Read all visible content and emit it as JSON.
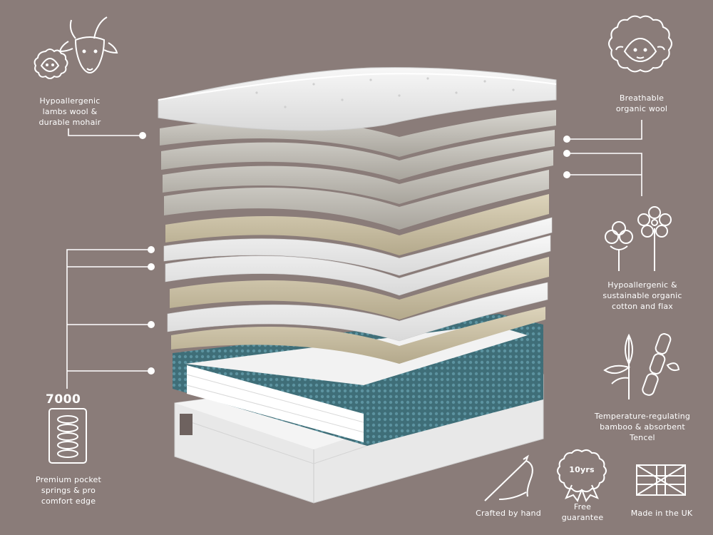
{
  "features": {
    "top_left": "Hypoallergenic\nlambs wool &\ndurable mohair",
    "top_right": "Breathable\norganic wool",
    "mid_right": "Hypoallergenic &\nsustainable organic\ncotton and flax",
    "lower_right": "Temperature-regulating\nbamboo & absorbent\nTencel",
    "springs_count": "7000",
    "springs": "Premium pocket\nsprings & pro\ncomfort edge"
  },
  "badges": {
    "crafted": "Crafted by hand",
    "guarantee_years": "10yrs",
    "guarantee": "Free\nguarantee",
    "made_in": "Made in the UK"
  },
  "colors": {
    "background": "#8a7c79",
    "springs_teal": "#3f6e78",
    "wool": "#c9c0a6",
    "white_layer": "#eeeeee"
  },
  "icons": [
    "sheep-icon",
    "goat-icon",
    "cotton-flower-icon",
    "bamboo-icon",
    "spring-icon",
    "needle-thread-icon",
    "rosette-icon",
    "union-flag-icon"
  ]
}
